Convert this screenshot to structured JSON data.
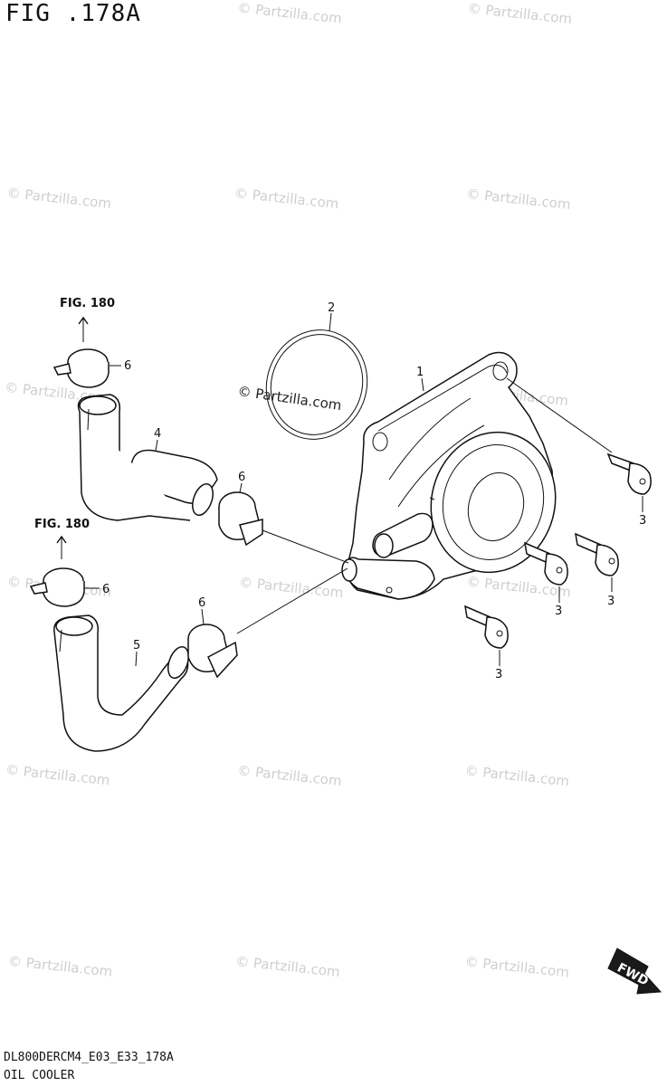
{
  "figure": {
    "title": "FIG .178A",
    "code": "DL800DERCM4_E03_E33_178A",
    "caption": "OIL COOLER"
  },
  "references": {
    "fig180_upper": "FIG. 180",
    "fig180_lower": "FIG. 180"
  },
  "callouts": {
    "p1": "1",
    "p2": "2",
    "p3a": "3",
    "p3b": "3",
    "p3c": "3",
    "p3d": "3",
    "p4": "4",
    "p5": "5",
    "p6a": "6",
    "p6b": "6",
    "p6c": "6",
    "p6d": "6"
  },
  "fwd_label": "FWD",
  "watermark": {
    "text": "© Partzilla.com",
    "center_text": "© Partzilla.com"
  }
}
